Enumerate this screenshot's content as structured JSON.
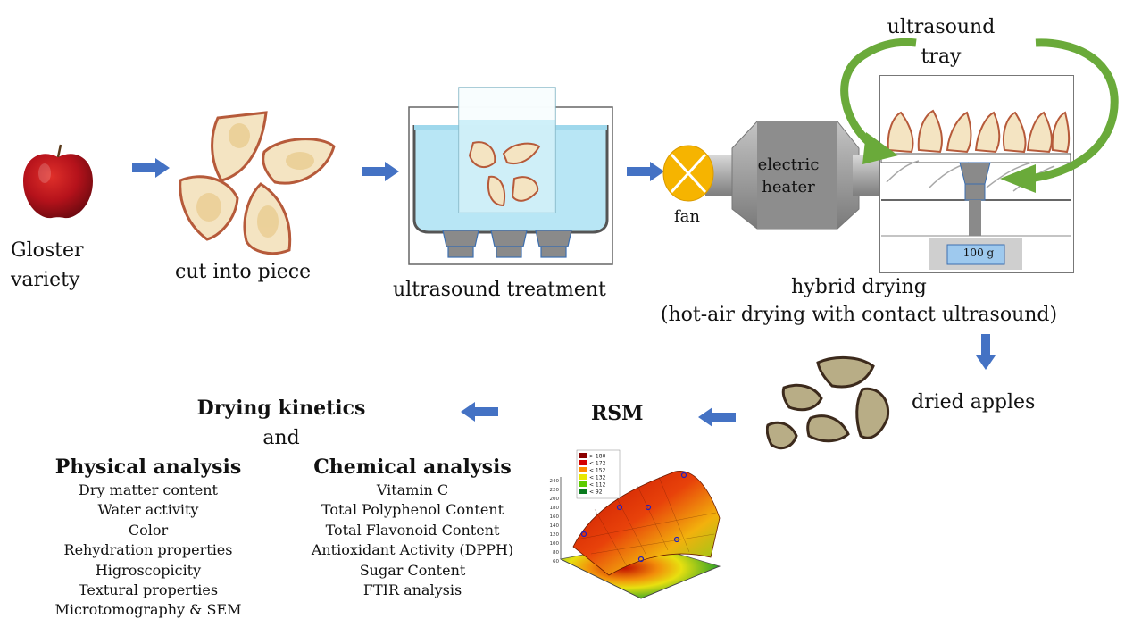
{
  "steps": {
    "variety": "Gloster\nvariety",
    "cut": "cut into piece",
    "ultrasound_treatment": "ultrasound treatment",
    "fan": "fan",
    "heater": "electric\nheater",
    "tray": "ultrasound\ntray",
    "scale_reading": "100 g",
    "hybrid_drying": "hybrid drying\n(hot-air drying with contact ultrasound)",
    "dried": "dried apples",
    "rsm": "RSM",
    "drying_kinetics": "Drying kinetics",
    "and": "and"
  },
  "physical": {
    "title": "Physical analysis",
    "items": [
      "Dry matter content",
      "Water activity",
      "Color",
      "Rehydration properties",
      "Higroscopicity",
      "Textural properties",
      "Microtomography & SEM"
    ]
  },
  "chemical": {
    "title": "Chemical analysis",
    "items": [
      "Vitamin C",
      "Total Polyphenol Content",
      "Total Flavonoid Content",
      "Antioxidant Activity (DPPH)",
      "Sugar Content",
      "FTIR analysis"
    ]
  },
  "rsm_legend": [
    {
      "label": "> 180",
      "color": "#8b0000"
    },
    {
      "label": "< 172",
      "color": "#d40000"
    },
    {
      "label": "< 152",
      "color": "#ff8c00"
    },
    {
      "label": "< 132",
      "color": "#e8e800"
    },
    {
      "label": "< 112",
      "color": "#5ccc00"
    },
    {
      "label": "< 92",
      "color": "#0a7a1e"
    }
  ],
  "rsm_axis_ticks": [
    "240",
    "220",
    "200",
    "180",
    "160",
    "140",
    "120",
    "100",
    "80",
    "60"
  ],
  "colors": {
    "flow_arrow": "#4472c4",
    "cycle_arrow": "#6aaa3a",
    "fan": "#f6b400",
    "heater": "#9a9a9a",
    "water": "#b8e6f5"
  }
}
